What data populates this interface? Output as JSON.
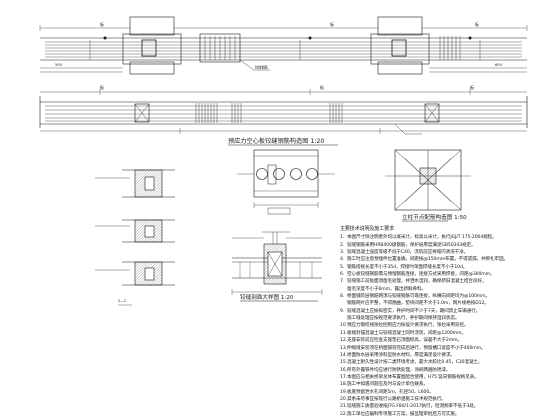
{
  "drawing": {
    "stroke_color": "#1a1a1a",
    "hatch_color": "#555555"
  },
  "titles": {
    "main_plan": "预应力空心板铰缝钢筋构造图 1:20",
    "column_detail": "立柱节点配筋构造图 1:50",
    "joint_section": "铰缝剖面大样图 1:20",
    "section_mark": "2—2"
  },
  "plan_labels": {
    "segment": "板",
    "dim_500": "500",
    "dim_600": "600",
    "leader_note": "铰缝钢筋"
  },
  "notes": {
    "title": "主要技术说明及施工要求",
    "items": [
      {
        "n": "1.",
        "t": "本图尺寸除注明者外均以毫米计，标高以米计，执行JGJ/T 175-2004规程。"
      },
      {
        "n": "2.",
        "t": "铰缝钢筋采用HRB400级钢筋，保护层厚度满足GB50343规定。"
      },
      {
        "n": "3.",
        "t": "铰缝混凝土强度等级不低于C40，浇筑前应将缝内清洗干净。"
      },
      {
        "n": "4.",
        "t": "施工时应注意预埋件位置准确，间距按@150mm布置，不得遗漏，并绑扎牢固。"
      },
      {
        "n": "5.",
        "t": "钢筋搭接长度不小于35d，焊接时单面焊缝长度不小于10d。"
      },
      {
        "n": "6.",
        "t": "空心板铰缝钢筋需与预埋钢筋连接，连接方式采用焊接，间距@300mm。"
      },
      {
        "n": "7.",
        "t": "铰缝施工前板面须凿毛处理，并洒水湿润，确保新旧混凝土结合良好。"
      },
      {
        "n": "",
        "t": "凿毛深度不小于6mm，露出新鲜骨料。"
      },
      {
        "n": "8.",
        "t": "桥面铺装层钢筋网须与铰缝钢筋可靠连接，纵横向间距均为@100mm。"
      },
      {
        "n": "",
        "t": "钢筋网片应平整，不得翘曲，垫块间距不大于1.0m，网片规格按D12。"
      },
      {
        "n": "9.",
        "t": "铰缝混凝土应振捣密实，养护时间不少于7天，期间禁止车辆通行。"
      },
      {
        "n": "",
        "t": "施工缝处理应按规范要求执行，养护期间保持湿润状态。"
      },
      {
        "n": "10.",
        "t": "预应力钢绞线张拉控制应力按设计要求执行，张拉采用双控。"
      },
      {
        "n": "11.",
        "t": "板端封锚混凝土与铰缝混凝土同时浇筑，间距@1200mm。"
      },
      {
        "n": "12.",
        "t": "支座安装前应检查支座垫石顶面标高，误差不大于2mm。"
      },
      {
        "n": "13.",
        "t": "伸缩缝安装须在桥面铺装完成后进行，预留槽口宽度不小于400mm。"
      },
      {
        "n": "14.",
        "t": "桥面防水层采用涂料型防水材料，厚度满足设计要求。"
      },
      {
        "n": "15.",
        "t": "混凝土耐久性设计按二类环境考虑，最大水胶比0.45，C30混凝土。"
      },
      {
        "n": "16.",
        "t": "所有外露铁件均应进行防锈处理，涂刷两遍防锈漆。"
      },
      {
        "n": "17.",
        "t": "本图应与相关桥梁总体布置图配合使用，H75 竖向钢筋规格见表。"
      },
      {
        "n": "18.",
        "t": "施工中如遇问题应及时与设计单位联系。"
      },
      {
        "n": "19.",
        "t": "板底预留泄水孔间距5m，孔径50，L600。"
      },
      {
        "n": "20.",
        "t": "其余未尽事宜按现行公路桥涵施工技术规范执行。"
      },
      {
        "n": "21.",
        "t": "铰缝施工质量验收按JTG F80/1-2017执行，检测频率不低于3处。"
      },
      {
        "n": "22.",
        "t": "施工单位应编制专项施工方案，报监理审批后方可实施。"
      }
    ]
  }
}
